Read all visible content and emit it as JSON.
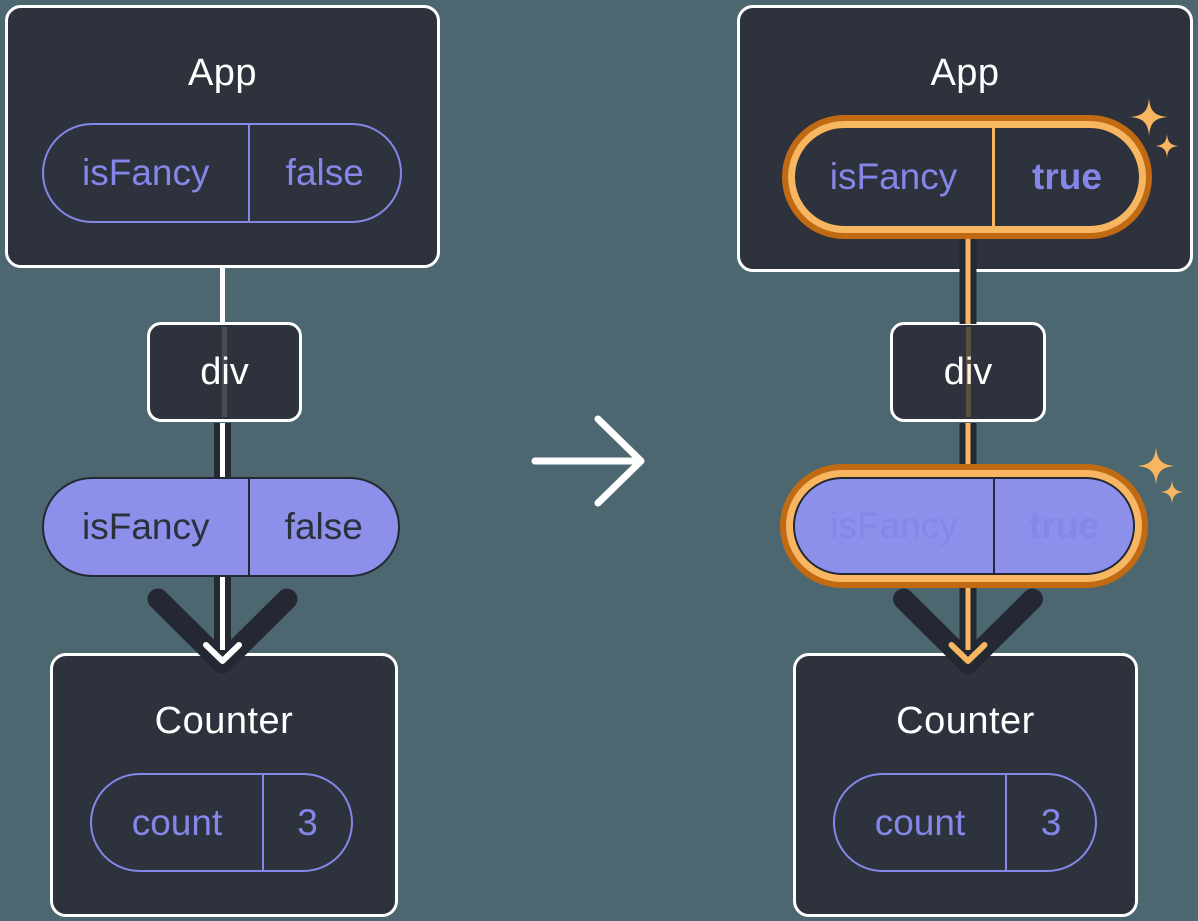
{
  "diagram_title": "React prop change: isFancy passed from App through div to Counter",
  "colors": {
    "background": "#4d6770",
    "box_fill": "#2d323c",
    "box_border": "#ffffff",
    "purple": "#8487e8",
    "purple_fill": "#8c90ea",
    "dark_arrow": "#232832",
    "dark_text": "#2b303a",
    "highlight_orange": "#c16a12",
    "highlight_orange_light": "#f8b660",
    "white": "#ffffff"
  },
  "icons": {
    "transition": "arrow-right",
    "sparkle": "four-point-star",
    "flow": "arrow-down"
  },
  "before": {
    "app": {
      "title": "App",
      "pill": {
        "name": "isFancy",
        "value": "false"
      }
    },
    "div_label": "div",
    "prop_pill": {
      "name": "isFancy",
      "value": "false"
    },
    "counter": {
      "title": "Counter",
      "pill": {
        "name": "count",
        "value": "3"
      }
    }
  },
  "after": {
    "app": {
      "title": "App",
      "pill": {
        "name": "isFancy",
        "value": "true"
      }
    },
    "div_label": "div",
    "prop_pill": {
      "name": "isFancy",
      "value": "true"
    },
    "counter": {
      "title": "Counter",
      "pill": {
        "name": "count",
        "value": "3"
      }
    }
  }
}
